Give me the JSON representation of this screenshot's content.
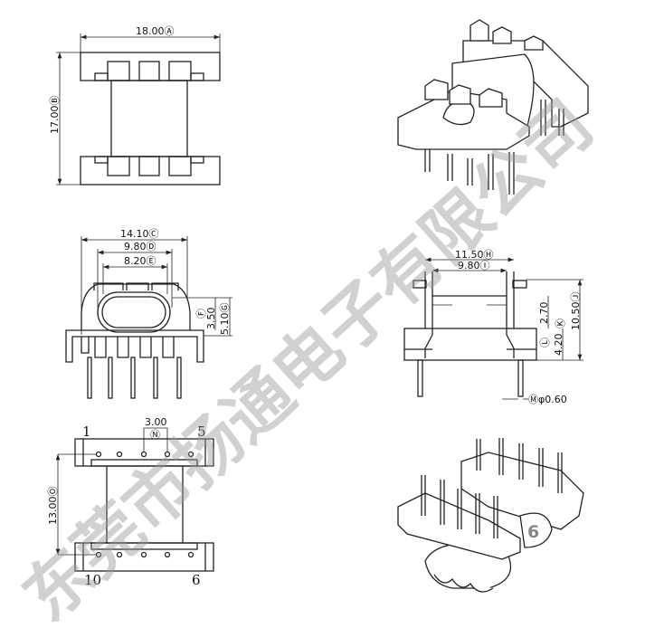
{
  "watermark": "东莞市扬通电子有限公司",
  "top_view": {
    "width": "18.00Ⓐ",
    "height": "17.00Ⓑ"
  },
  "front_view": {
    "outer": "14.10Ⓒ",
    "middle": "9.80Ⓓ",
    "inner": "8.20Ⓔ",
    "window_h": "3.50",
    "window_h_tag": "Ⓕ",
    "total_h": "5.10Ⓖ"
  },
  "side_view": {
    "width": "11.50Ⓗ",
    "inner": "9.80Ⓘ",
    "height": "10.50Ⓙ",
    "upper": "2.70",
    "base": "4.20",
    "base_tag": "Ⓚ",
    "step_tag": "Ⓛ",
    "pin_dia": "Ⓜφ0.60"
  },
  "bottom_view": {
    "pitch": "3.00",
    "pitch_tag": "Ⓝ",
    "row_spacing": "13.00Ⓞ",
    "pin_labels": [
      "1",
      "5",
      "10",
      "6"
    ]
  },
  "iso_view_label": "6"
}
